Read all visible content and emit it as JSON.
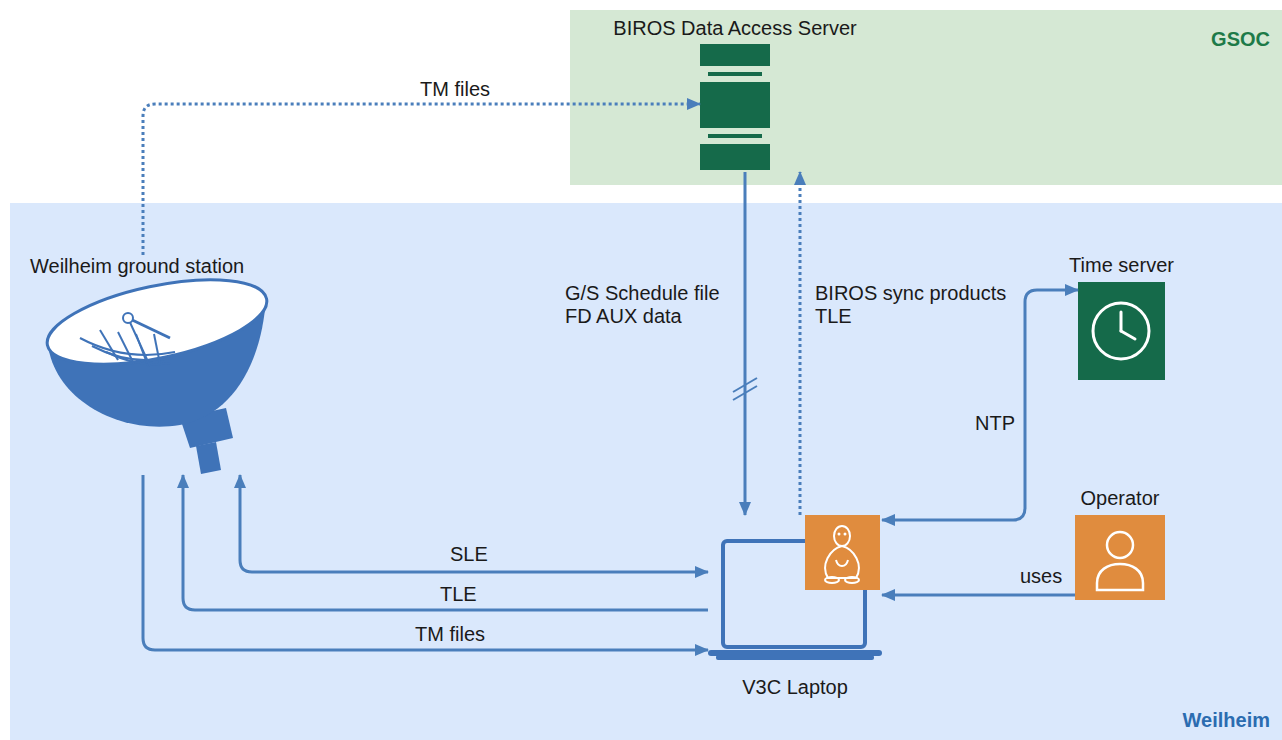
{
  "diagram": {
    "nodes": [
      {
        "text": [
          "GSOC"
        ]
      },
      {
        "text": [
          "BIROS Data Access Server"
        ],
        "in": 0
      },
      {
        "text": [
          "Weilheim"
        ]
      },
      {
        "text": [
          "Weilheim ground station"
        ],
        "in": 2
      },
      {
        "text": [
          "Time server"
        ],
        "in": 2
      },
      {
        "text": [
          "V3C Laptop"
        ],
        "in": 2
      },
      {
        "text": [
          "Operator"
        ],
        "in": 2
      }
    ],
    "edges": [
      {
        "from": 3,
        "to": 1,
        "arrow": "to",
        "label": "TM files"
      },
      {
        "from": 1,
        "to": 5,
        "arrow": "to",
        "label": "G/S Schedule file FD AUX data"
      },
      {
        "from": 5,
        "to": 1,
        "arrow": "to",
        "label": "BIROS sync products TLE"
      },
      {
        "from": 5,
        "to": 4,
        "arrow": "both",
        "label": "NTP"
      },
      {
        "from": 6,
        "to": 5,
        "arrow": "to",
        "label": "uses"
      },
      {
        "from": 3,
        "to": 5,
        "arrow": "both",
        "label": "SLE"
      },
      {
        "from": 5,
        "to": 3,
        "arrow": "to",
        "label": "TLE"
      },
      {
        "from": 3,
        "to": 5,
        "arrow": "to",
        "label": "TM files"
      }
    ]
  }
}
